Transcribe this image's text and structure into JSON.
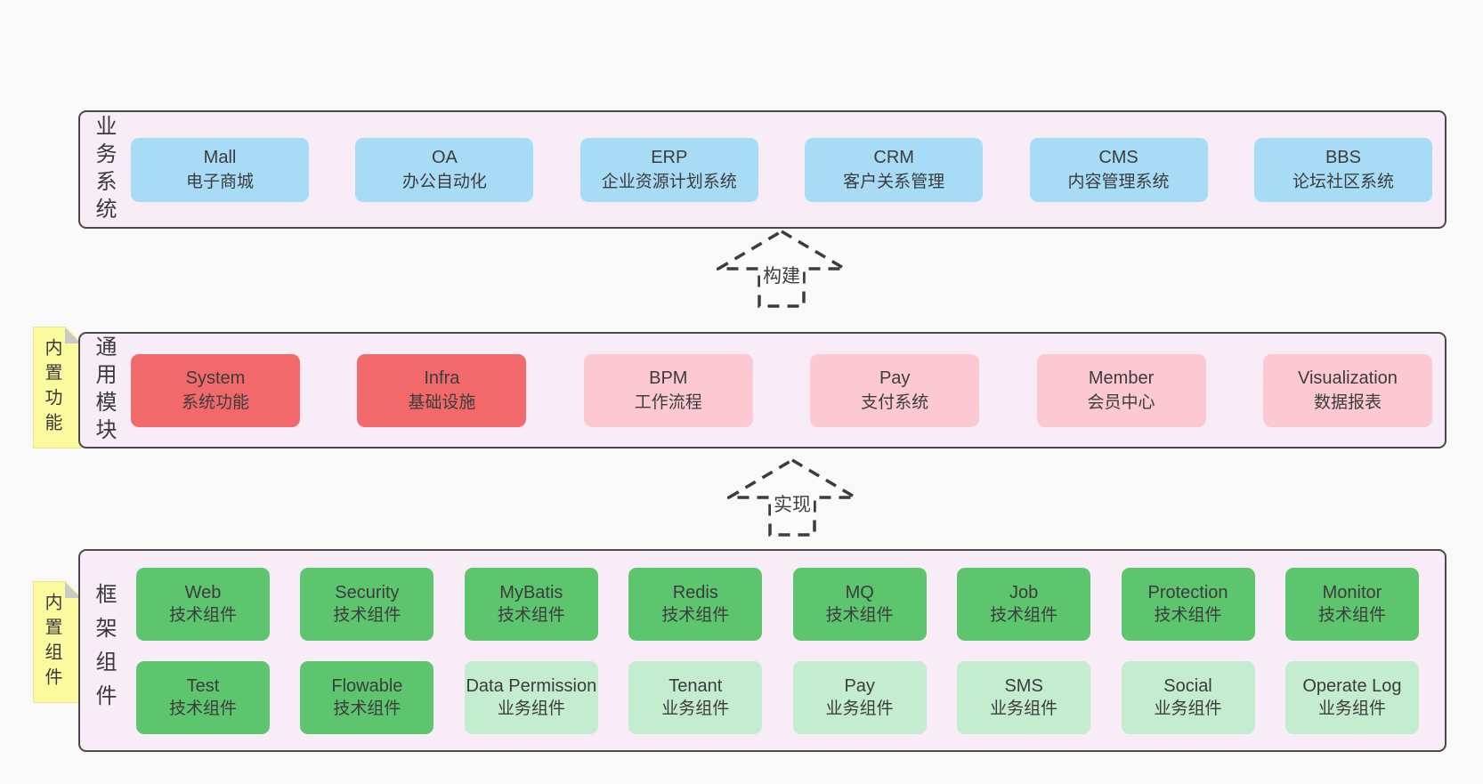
{
  "palette": {
    "page_bg": "#f9f9f9",
    "band_bg": "#f8edf7",
    "band_border": "#4a4a4a",
    "blue_box": "#a8dbf6",
    "red_box": "#f2696c",
    "pink_box": "#fcc9d2",
    "green_box": "#5ec56f",
    "light_green_box": "#c4ecce",
    "sticky_yellow": "#fbfa9e",
    "text": "#3c3c3c"
  },
  "bands": [
    {
      "label": "业务系统",
      "boxes": [
        {
          "en": "Mall",
          "zh": "电子商城"
        },
        {
          "en": "OA",
          "zh": "办公自动化"
        },
        {
          "en": "ERP",
          "zh": "企业资源计划系统"
        },
        {
          "en": "CRM",
          "zh": "客户关系管理"
        },
        {
          "en": "CMS",
          "zh": "内容管理系统"
        },
        {
          "en": "BBS",
          "zh": "论坛社区系统"
        }
      ]
    },
    {
      "label": "通用模块",
      "sticky": "内置功能",
      "boxes": [
        {
          "en": "System",
          "zh": "系统功能"
        },
        {
          "en": "Infra",
          "zh": "基础设施"
        },
        {
          "en": "BPM",
          "zh": "工作流程"
        },
        {
          "en": "Pay",
          "zh": "支付系统"
        },
        {
          "en": "Member",
          "zh": "会员中心"
        },
        {
          "en": "Visualization",
          "zh": "数据报表"
        }
      ]
    },
    {
      "label": "框架组件",
      "sticky": "内置组件",
      "rows": [
        [
          {
            "en": "Web",
            "zh": "技术组件"
          },
          {
            "en": "Security",
            "zh": "技术组件"
          },
          {
            "en": "MyBatis",
            "zh": "技术组件"
          },
          {
            "en": "Redis",
            "zh": "技术组件"
          },
          {
            "en": "MQ",
            "zh": "技术组件"
          },
          {
            "en": "Job",
            "zh": "技术组件"
          },
          {
            "en": "Protection",
            "zh": "技术组件"
          },
          {
            "en": "Monitor",
            "zh": "技术组件"
          }
        ],
        [
          {
            "en": "Test",
            "zh": "技术组件"
          },
          {
            "en": "Flowable",
            "zh": "技术组件"
          },
          {
            "en": "Data Permission",
            "zh": "业务组件"
          },
          {
            "en": "Tenant",
            "zh": "业务组件"
          },
          {
            "en": "Pay",
            "zh": "业务组件"
          },
          {
            "en": "SMS",
            "zh": "业务组件"
          },
          {
            "en": "Social",
            "zh": "业务组件"
          },
          {
            "en": "Operate Log",
            "zh": "业务组件"
          }
        ]
      ]
    }
  ],
  "arrows": [
    {
      "label": "构建"
    },
    {
      "label": "实现"
    }
  ]
}
